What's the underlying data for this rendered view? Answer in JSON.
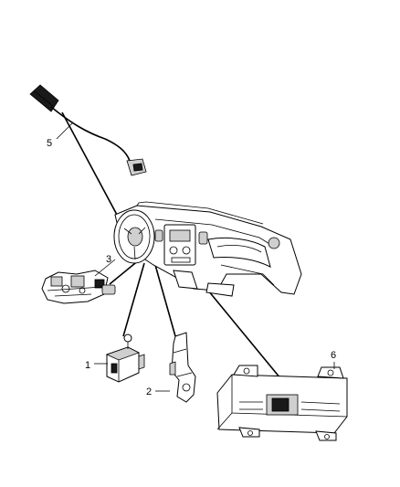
{
  "callouts": [
    "1",
    "2",
    "3",
    "5",
    "6"
  ]
}
